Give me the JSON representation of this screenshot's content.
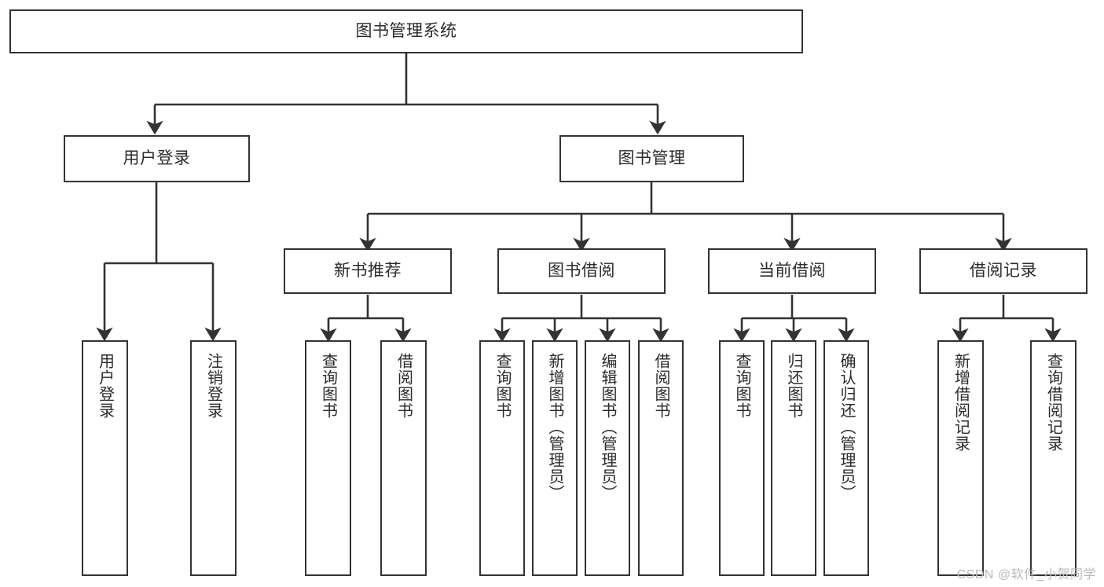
{
  "diagram": {
    "title": "图书管理系统",
    "type": "tree-hierarchy",
    "watermark": "CSDN @软件_小贺同学",
    "colors": {
      "background": "#ffffff",
      "stroke": "#333333",
      "text": "#2b2b2b",
      "watermark": "#b9b9b9"
    },
    "nodes": {
      "root": {
        "label": "图书管理系统"
      },
      "level1": [
        {
          "id": "user-login",
          "label": "用户登录"
        },
        {
          "id": "book-manage",
          "label": "图书管理"
        }
      ],
      "level2": [
        {
          "id": "new-book-recommend",
          "label": "新书推荐"
        },
        {
          "id": "book-borrow",
          "label": "图书借阅"
        },
        {
          "id": "current-borrow",
          "label": "当前借阅"
        },
        {
          "id": "borrow-record",
          "label": "借阅记录"
        }
      ],
      "leaves": [
        {
          "id": "leaf-user-login",
          "label": "用户登录",
          "parent": "user-login"
        },
        {
          "id": "leaf-logout-login",
          "label": "注销登录",
          "parent": "user-login"
        },
        {
          "id": "leaf-query-book-1",
          "label": "查询图书",
          "parent": "new-book-recommend"
        },
        {
          "id": "leaf-borrow-book-1",
          "label": "借阅图书",
          "parent": "new-book-recommend"
        },
        {
          "id": "leaf-query-book-2",
          "label": "查询图书",
          "parent": "book-borrow"
        },
        {
          "id": "leaf-add-book",
          "label": "新增图书（管理员）",
          "parent": "book-borrow"
        },
        {
          "id": "leaf-edit-book",
          "label": "编辑图书（管理员）",
          "parent": "book-borrow"
        },
        {
          "id": "leaf-borrow-book-2",
          "label": "借阅图书",
          "parent": "book-borrow"
        },
        {
          "id": "leaf-query-book-3",
          "label": "查询图书",
          "parent": "current-borrow"
        },
        {
          "id": "leaf-return-book",
          "label": "归还图书",
          "parent": "current-borrow"
        },
        {
          "id": "leaf-confirm-return",
          "label": "确认归还（管理员）",
          "parent": "current-borrow"
        },
        {
          "id": "leaf-add-record",
          "label": "新增借阅记录",
          "parent": "borrow-record"
        },
        {
          "id": "leaf-query-record",
          "label": "查询借阅记录",
          "parent": "borrow-record"
        }
      ]
    }
  }
}
